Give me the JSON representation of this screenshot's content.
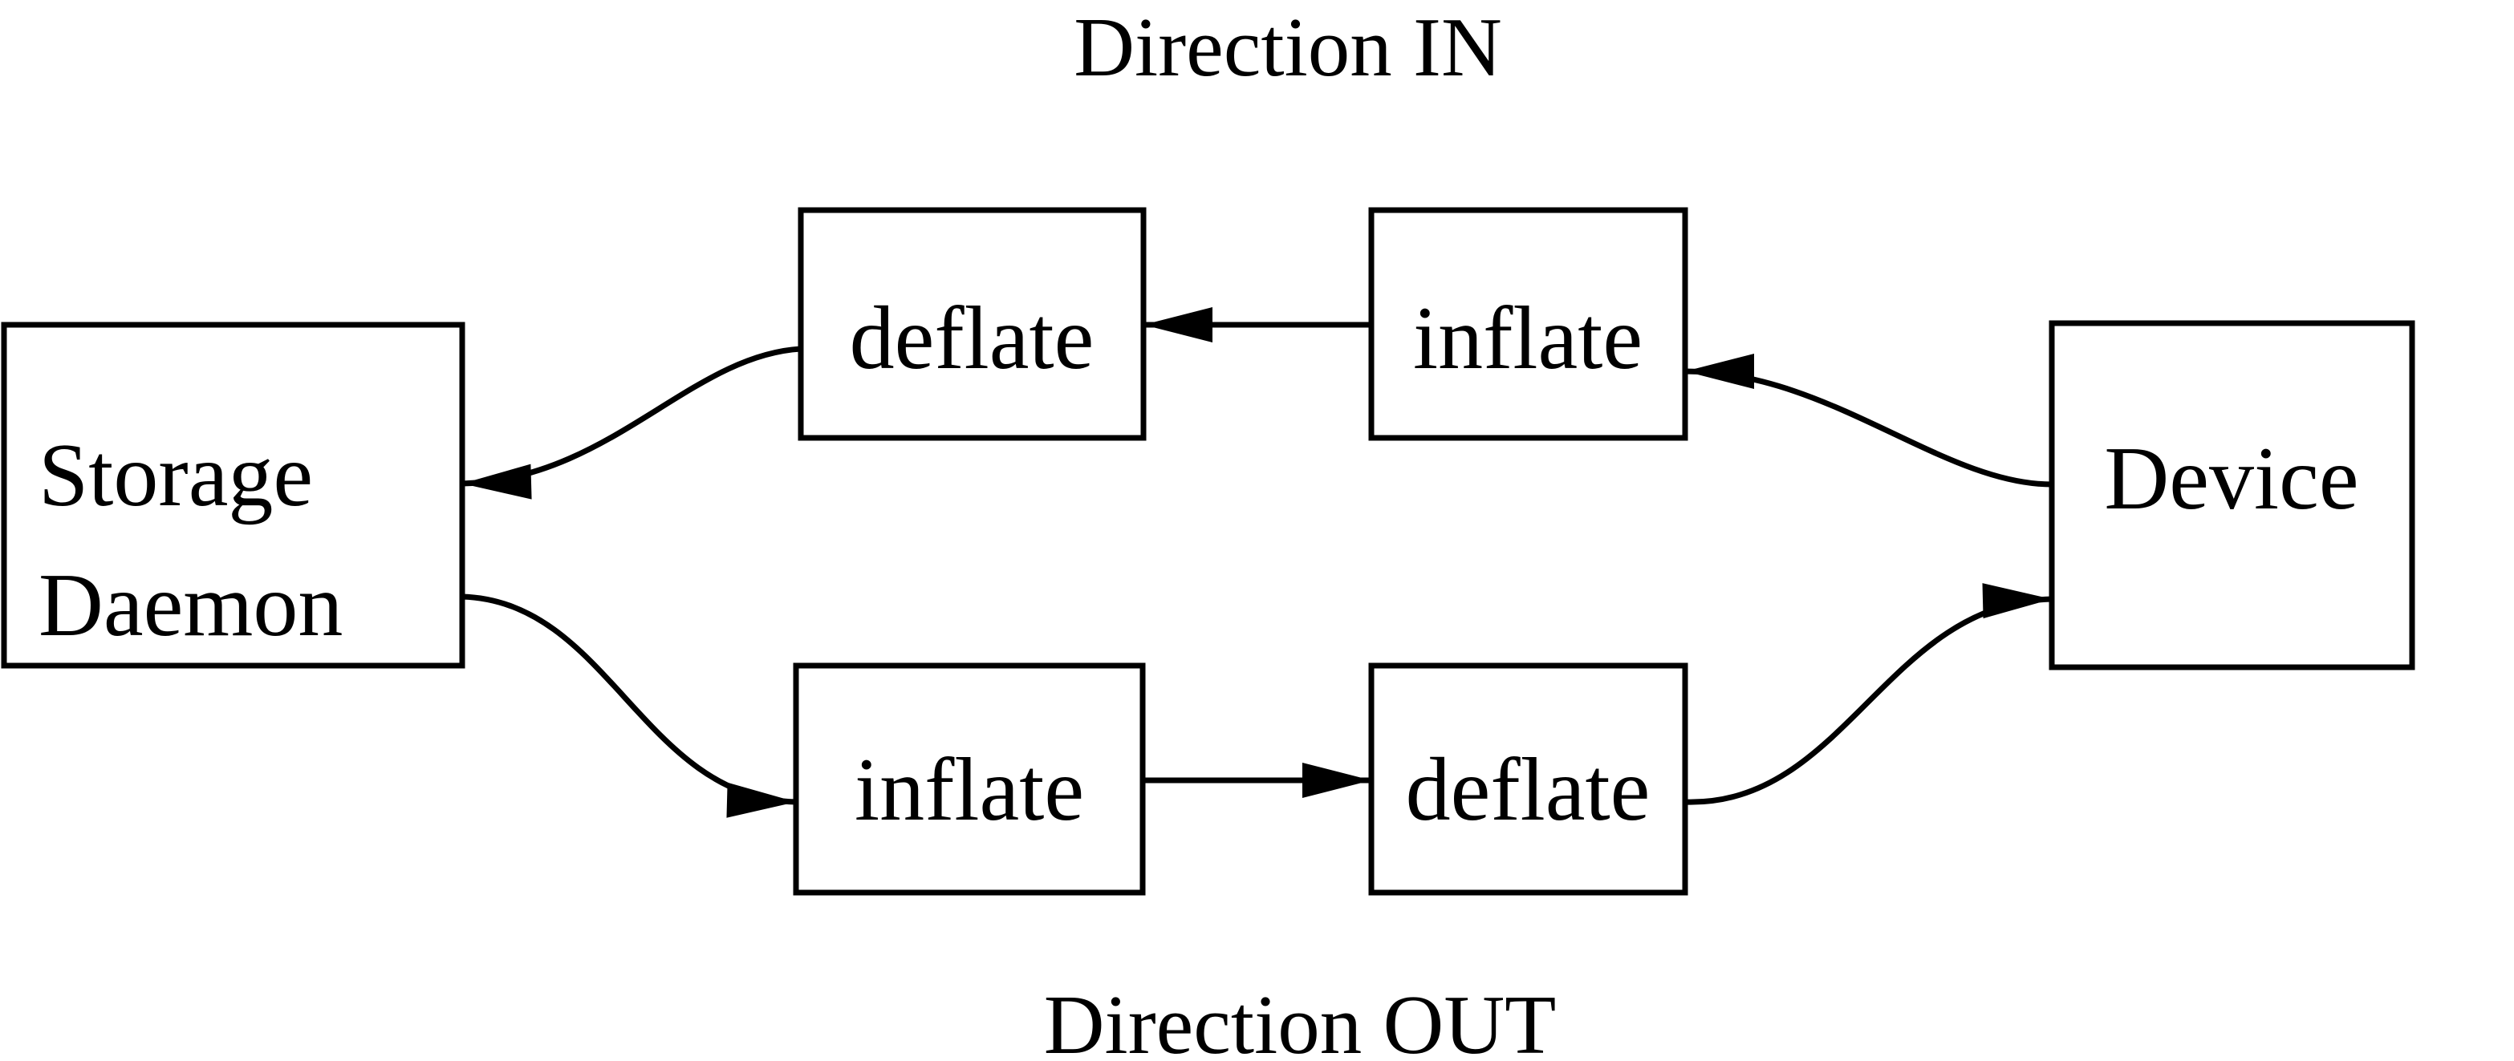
{
  "diagram": {
    "type": "flow-diagram",
    "titles": {
      "direction_in": "Direction IN",
      "direction_out": "Direction OUT"
    },
    "nodes": {
      "storage_daemon": {
        "line1": "Storage",
        "line2": "Daemon"
      },
      "deflate_in": {
        "label": "deflate"
      },
      "inflate_in": {
        "label": "inflate"
      },
      "inflate_out": {
        "label": "inflate"
      },
      "deflate_out": {
        "label": "deflate"
      },
      "device": {
        "label": "Device"
      }
    },
    "edges": [
      {
        "from": "device",
        "to": "inflate_in",
        "direction": "IN"
      },
      {
        "from": "inflate_in",
        "to": "deflate_in",
        "direction": "IN"
      },
      {
        "from": "deflate_in",
        "to": "storage_daemon",
        "direction": "IN"
      },
      {
        "from": "storage_daemon",
        "to": "inflate_out",
        "direction": "OUT"
      },
      {
        "from": "inflate_out",
        "to": "deflate_out",
        "direction": "OUT"
      },
      {
        "from": "deflate_out",
        "to": "device",
        "direction": "OUT"
      }
    ],
    "colors": {
      "stroke": "#000000",
      "text": "#000000",
      "background": "#ffffff"
    }
  }
}
